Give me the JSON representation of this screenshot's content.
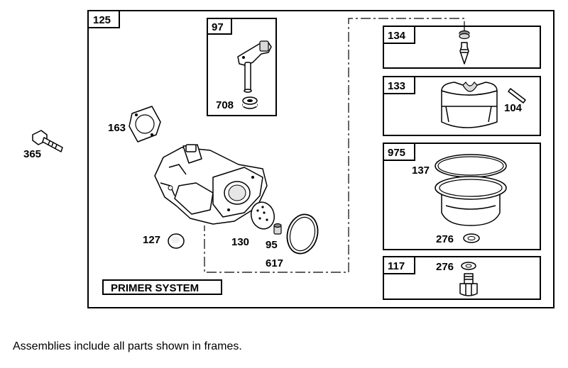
{
  "assembly_frames": {
    "main": "125",
    "f97": "97",
    "f134": "134",
    "f133": "133",
    "f975": "975",
    "f117": "117"
  },
  "part_labels": {
    "p365": "365",
    "p163": "163",
    "p708": "708",
    "p127": "127",
    "p130": "130",
    "p95": "95",
    "p617": "617",
    "p104": "104",
    "p137": "137",
    "p276a": "276",
    "p276b": "276"
  },
  "primer_label": "PRIMER SYSTEM",
  "footer_note": "Assemblies include all parts shown in frames."
}
